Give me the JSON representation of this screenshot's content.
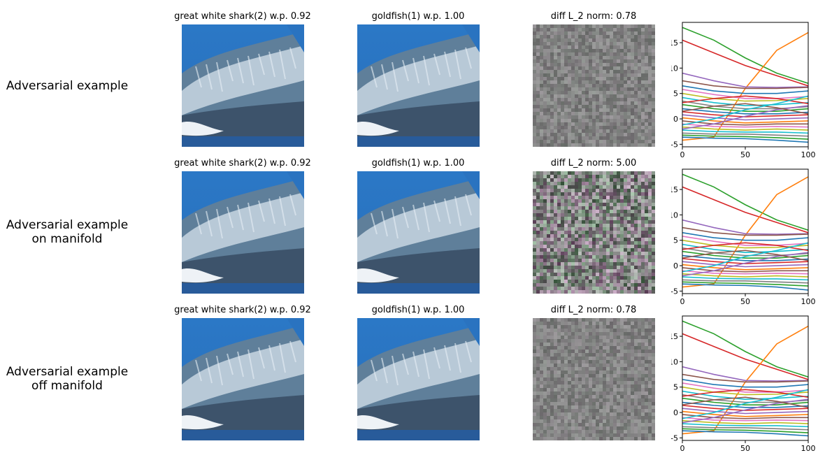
{
  "rows": [
    {
      "label": "Adversarial example",
      "orig_title": "great white shark(2) w.p. 0.92",
      "adv_title": "goldfish(1) w.p. 1.00",
      "diff_title": "diff L_2 norm: 0.78",
      "diff_norm": 0.78
    },
    {
      "label": "Adversarial example\non manifold",
      "orig_title": "great white shark(2) w.p. 0.92",
      "adv_title": "goldfish(1) w.p. 1.00",
      "diff_title": "diff L_2 norm: 5.00",
      "diff_norm": 5.0
    },
    {
      "label": "Adversarial example\noff manifold",
      "orig_title": "great white shark(2) w.p. 0.92",
      "adv_title": "goldfish(1) w.p. 1.00",
      "diff_title": "diff L_2 norm: 0.78",
      "diff_norm": 0.78
    }
  ],
  "chart_data": [
    {
      "type": "line",
      "title": "",
      "xlabel": "",
      "ylabel": "",
      "xlim": [
        0,
        100
      ],
      "ylim": [
        -5.5,
        19
      ],
      "xticks": [
        "0",
        "50",
        "100"
      ],
      "yticks": [
        "-5",
        "0",
        "5",
        "10",
        "15"
      ],
      "grid": false,
      "x": [
        0,
        25,
        50,
        75,
        100
      ],
      "series": [
        {
          "color": "#2ca02c",
          "values": [
            18.0,
            15.5,
            12.0,
            9.0,
            7.0
          ]
        },
        {
          "color": "#d62728",
          "values": [
            15.5,
            13.0,
            10.5,
            8.5,
            6.5
          ]
        },
        {
          "color": "#ff7f0e",
          "values": [
            -4.2,
            -3.6,
            6.0,
            13.5,
            17.0
          ]
        },
        {
          "color": "#9467bd",
          "values": [
            9.0,
            7.5,
            6.3,
            6.2,
            6.3
          ]
        },
        {
          "color": "#8c564b",
          "values": [
            7.5,
            6.5,
            6.0,
            6.0,
            6.2
          ]
        },
        {
          "color": "#1f77b4",
          "values": [
            6.5,
            5.5,
            5.0,
            5.0,
            5.5
          ]
        },
        {
          "color": "#e377c2",
          "values": [
            5.8,
            4.8,
            4.0,
            4.0,
            4.4
          ]
        },
        {
          "color": "#bcbd22",
          "values": [
            5.0,
            4.0,
            3.5,
            3.6,
            4.0
          ]
        },
        {
          "color": "#17becf",
          "values": [
            4.2,
            3.2,
            2.6,
            2.8,
            3.2
          ]
        },
        {
          "color": "#7f7f7f",
          "values": [
            3.5,
            2.5,
            2.0,
            2.0,
            2.4
          ]
        },
        {
          "color": "#2ca02c",
          "values": [
            2.8,
            2.0,
            1.5,
            1.5,
            2.0
          ]
        },
        {
          "color": "#1f77b4",
          "values": [
            2.0,
            1.4,
            1.0,
            1.0,
            1.3
          ]
        },
        {
          "color": "#d62728",
          "values": [
            1.4,
            0.8,
            0.4,
            0.6,
            0.8
          ]
        },
        {
          "color": "#9467bd",
          "values": [
            0.8,
            0.2,
            -0.2,
            0.0,
            0.2
          ]
        },
        {
          "color": "#ff7f0e",
          "values": [
            0.2,
            -0.4,
            -0.8,
            -0.6,
            -0.4
          ]
        },
        {
          "color": "#8c564b",
          "values": [
            -0.4,
            -1.0,
            -1.2,
            -1.0,
            -1.0
          ]
        },
        {
          "color": "#e377c2",
          "values": [
            -1.0,
            -1.5,
            -1.6,
            -1.5,
            -1.6
          ]
        },
        {
          "color": "#bcbd22",
          "values": [
            -1.6,
            -2.0,
            -2.2,
            -2.0,
            -2.2
          ]
        },
        {
          "color": "#17becf",
          "values": [
            -2.2,
            -2.5,
            -2.6,
            -2.6,
            -2.8
          ]
        },
        {
          "color": "#7f7f7f",
          "values": [
            -2.8,
            -3.0,
            -3.0,
            -3.2,
            -3.4
          ]
        },
        {
          "color": "#2ca02c",
          "values": [
            -3.2,
            -3.4,
            -3.5,
            -3.7,
            -4.0
          ]
        },
        {
          "color": "#1f77b4",
          "values": [
            -3.6,
            -3.8,
            -3.9,
            -4.2,
            -4.6
          ]
        },
        {
          "color": "#d62728",
          "values": [
            3.2,
            4.0,
            4.5,
            4.0,
            3.0
          ]
        },
        {
          "color": "#9467bd",
          "values": [
            -2.0,
            -1.0,
            0.5,
            1.8,
            2.6
          ]
        },
        {
          "color": "#8c564b",
          "values": [
            1.5,
            2.5,
            3.0,
            2.2,
            1.0
          ]
        },
        {
          "color": "#17becf",
          "values": [
            -1.2,
            0.0,
            1.8,
            3.0,
            4.5
          ]
        }
      ]
    },
    {
      "type": "line",
      "title": "",
      "xlabel": "",
      "ylabel": "",
      "xlim": [
        0,
        100
      ],
      "ylim": [
        -5.5,
        19
      ],
      "xticks": [
        "0",
        "50",
        "100"
      ],
      "yticks": [
        "-5",
        "0",
        "5",
        "10",
        "15"
      ],
      "grid": false,
      "x": [
        0,
        25,
        50,
        75,
        100
      ],
      "series": [
        {
          "color": "#2ca02c",
          "values": [
            18.0,
            15.5,
            12.0,
            9.0,
            7.0
          ]
        },
        {
          "color": "#d62728",
          "values": [
            15.5,
            13.0,
            10.5,
            8.5,
            6.5
          ]
        },
        {
          "color": "#ff7f0e",
          "values": [
            -4.2,
            -3.6,
            6.0,
            14.0,
            17.5
          ]
        },
        {
          "color": "#9467bd",
          "values": [
            9.0,
            7.5,
            6.3,
            6.2,
            6.3
          ]
        },
        {
          "color": "#8c564b",
          "values": [
            7.5,
            6.5,
            6.0,
            6.0,
            6.2
          ]
        },
        {
          "color": "#1f77b4",
          "values": [
            6.5,
            5.5,
            5.0,
            5.0,
            5.5
          ]
        },
        {
          "color": "#e377c2",
          "values": [
            5.8,
            4.8,
            4.0,
            4.0,
            4.4
          ]
        },
        {
          "color": "#bcbd22",
          "values": [
            5.0,
            4.0,
            3.5,
            3.6,
            4.0
          ]
        },
        {
          "color": "#17becf",
          "values": [
            4.2,
            3.2,
            2.6,
            2.8,
            3.2
          ]
        },
        {
          "color": "#7f7f7f",
          "values": [
            3.5,
            2.5,
            2.0,
            2.0,
            2.4
          ]
        },
        {
          "color": "#2ca02c",
          "values": [
            2.8,
            2.0,
            1.5,
            1.5,
            2.0
          ]
        },
        {
          "color": "#1f77b4",
          "values": [
            2.0,
            1.4,
            1.0,
            1.0,
            1.3
          ]
        },
        {
          "color": "#d62728",
          "values": [
            1.4,
            0.8,
            0.4,
            0.6,
            0.8
          ]
        },
        {
          "color": "#9467bd",
          "values": [
            0.8,
            0.2,
            -0.2,
            0.0,
            0.2
          ]
        },
        {
          "color": "#ff7f0e",
          "values": [
            0.2,
            -0.4,
            -0.8,
            -0.6,
            -0.4
          ]
        },
        {
          "color": "#8c564b",
          "values": [
            -0.4,
            -1.0,
            -1.2,
            -1.0,
            -1.0
          ]
        },
        {
          "color": "#e377c2",
          "values": [
            -1.0,
            -1.5,
            -1.6,
            -1.5,
            -1.6
          ]
        },
        {
          "color": "#bcbd22",
          "values": [
            -1.6,
            -2.0,
            -2.2,
            -2.0,
            -2.2
          ]
        },
        {
          "color": "#17becf",
          "values": [
            -2.2,
            -2.5,
            -2.6,
            -2.6,
            -2.8
          ]
        },
        {
          "color": "#7f7f7f",
          "values": [
            -2.8,
            -3.0,
            -3.0,
            -3.2,
            -3.4
          ]
        },
        {
          "color": "#2ca02c",
          "values": [
            -3.2,
            -3.4,
            -3.5,
            -3.7,
            -4.0
          ]
        },
        {
          "color": "#1f77b4",
          "values": [
            -3.6,
            -3.8,
            -3.9,
            -4.2,
            -4.8
          ]
        },
        {
          "color": "#d62728",
          "values": [
            3.2,
            4.0,
            4.5,
            4.0,
            3.0
          ]
        },
        {
          "color": "#9467bd",
          "values": [
            -2.0,
            -1.0,
            0.5,
            1.8,
            2.6
          ]
        },
        {
          "color": "#8c564b",
          "values": [
            1.5,
            2.5,
            3.0,
            2.2,
            1.0
          ]
        },
        {
          "color": "#17becf",
          "values": [
            -1.2,
            0.0,
            1.8,
            3.0,
            4.5
          ]
        }
      ]
    },
    {
      "type": "line",
      "title": "",
      "xlabel": "",
      "ylabel": "",
      "xlim": [
        0,
        100
      ],
      "ylim": [
        -5.5,
        19
      ],
      "xticks": [
        "0",
        "50",
        "100"
      ],
      "yticks": [
        "-5",
        "0",
        "5",
        "10",
        "15"
      ],
      "grid": false,
      "x": [
        0,
        25,
        50,
        75,
        100
      ],
      "series": [
        {
          "color": "#2ca02c",
          "values": [
            18.0,
            15.5,
            12.0,
            9.0,
            7.0
          ]
        },
        {
          "color": "#d62728",
          "values": [
            15.5,
            13.0,
            10.5,
            8.5,
            6.5
          ]
        },
        {
          "color": "#ff7f0e",
          "values": [
            -4.2,
            -3.6,
            6.0,
            13.5,
            17.0
          ]
        },
        {
          "color": "#9467bd",
          "values": [
            9.0,
            7.5,
            6.3,
            6.2,
            6.3
          ]
        },
        {
          "color": "#8c564b",
          "values": [
            7.5,
            6.5,
            6.0,
            6.0,
            6.2
          ]
        },
        {
          "color": "#1f77b4",
          "values": [
            6.5,
            5.5,
            5.0,
            5.0,
            5.5
          ]
        },
        {
          "color": "#e377c2",
          "values": [
            5.8,
            4.8,
            4.0,
            4.0,
            4.4
          ]
        },
        {
          "color": "#bcbd22",
          "values": [
            5.0,
            4.0,
            3.5,
            3.6,
            4.0
          ]
        },
        {
          "color": "#17becf",
          "values": [
            4.2,
            3.2,
            2.6,
            2.8,
            3.2
          ]
        },
        {
          "color": "#7f7f7f",
          "values": [
            3.5,
            2.5,
            2.0,
            2.0,
            2.4
          ]
        },
        {
          "color": "#2ca02c",
          "values": [
            2.8,
            2.0,
            1.5,
            1.5,
            2.0
          ]
        },
        {
          "color": "#1f77b4",
          "values": [
            2.0,
            1.4,
            1.0,
            1.0,
            1.3
          ]
        },
        {
          "color": "#d62728",
          "values": [
            1.4,
            0.8,
            0.4,
            0.6,
            0.8
          ]
        },
        {
          "color": "#9467bd",
          "values": [
            0.8,
            0.2,
            -0.2,
            0.0,
            0.2
          ]
        },
        {
          "color": "#ff7f0e",
          "values": [
            0.2,
            -0.4,
            -0.8,
            -0.6,
            -0.4
          ]
        },
        {
          "color": "#8c564b",
          "values": [
            -0.4,
            -1.0,
            -1.2,
            -1.0,
            -1.0
          ]
        },
        {
          "color": "#e377c2",
          "values": [
            -1.0,
            -1.5,
            -1.6,
            -1.5,
            -1.6
          ]
        },
        {
          "color": "#bcbd22",
          "values": [
            -1.6,
            -2.0,
            -2.2,
            -2.0,
            -2.2
          ]
        },
        {
          "color": "#17becf",
          "values": [
            -2.2,
            -2.5,
            -2.6,
            -2.6,
            -2.8
          ]
        },
        {
          "color": "#7f7f7f",
          "values": [
            -2.8,
            -3.0,
            -3.0,
            -3.2,
            -3.4
          ]
        },
        {
          "color": "#2ca02c",
          "values": [
            -3.2,
            -3.4,
            -3.5,
            -3.7,
            -4.0
          ]
        },
        {
          "color": "#1f77b4",
          "values": [
            -3.6,
            -3.8,
            -3.9,
            -4.2,
            -4.6
          ]
        },
        {
          "color": "#d62728",
          "values": [
            3.2,
            4.0,
            4.5,
            4.0,
            3.0
          ]
        },
        {
          "color": "#9467bd",
          "values": [
            -2.0,
            -1.0,
            0.5,
            1.8,
            2.6
          ]
        },
        {
          "color": "#8c564b",
          "values": [
            1.5,
            2.5,
            3.0,
            2.2,
            1.0
          ]
        },
        {
          "color": "#17becf",
          "values": [
            -1.2,
            0.0,
            1.8,
            3.0,
            4.5
          ]
        }
      ]
    }
  ]
}
